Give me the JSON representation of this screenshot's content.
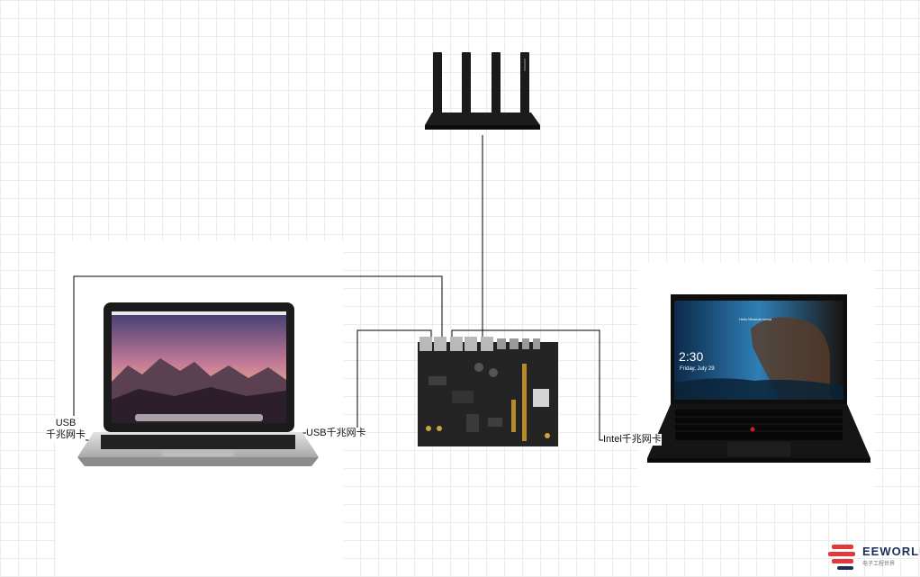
{
  "labels": {
    "mac_usb_line1": "USB",
    "mac_usb_line2": "千兆网卡",
    "mac_usb_right": "USB千兆网卡",
    "intel": "Intel千兆网卡"
  },
  "devices": {
    "router": "router-icon",
    "macbook": "macbook-laptop-icon",
    "board": "dev-board-icon",
    "thinkpad": "thinkpad-laptop-icon"
  },
  "laptop_screen": {
    "greeting": "Hello Miranda Versa",
    "time": "2:30",
    "date": "Friday, July 29"
  },
  "watermark": {
    "text": "EEWORLD",
    "subtext": "电子工程世界"
  },
  "colors": {
    "wire": "#000000",
    "watermark_red": "#e03a3a",
    "watermark_navy": "#1a2f5a"
  }
}
